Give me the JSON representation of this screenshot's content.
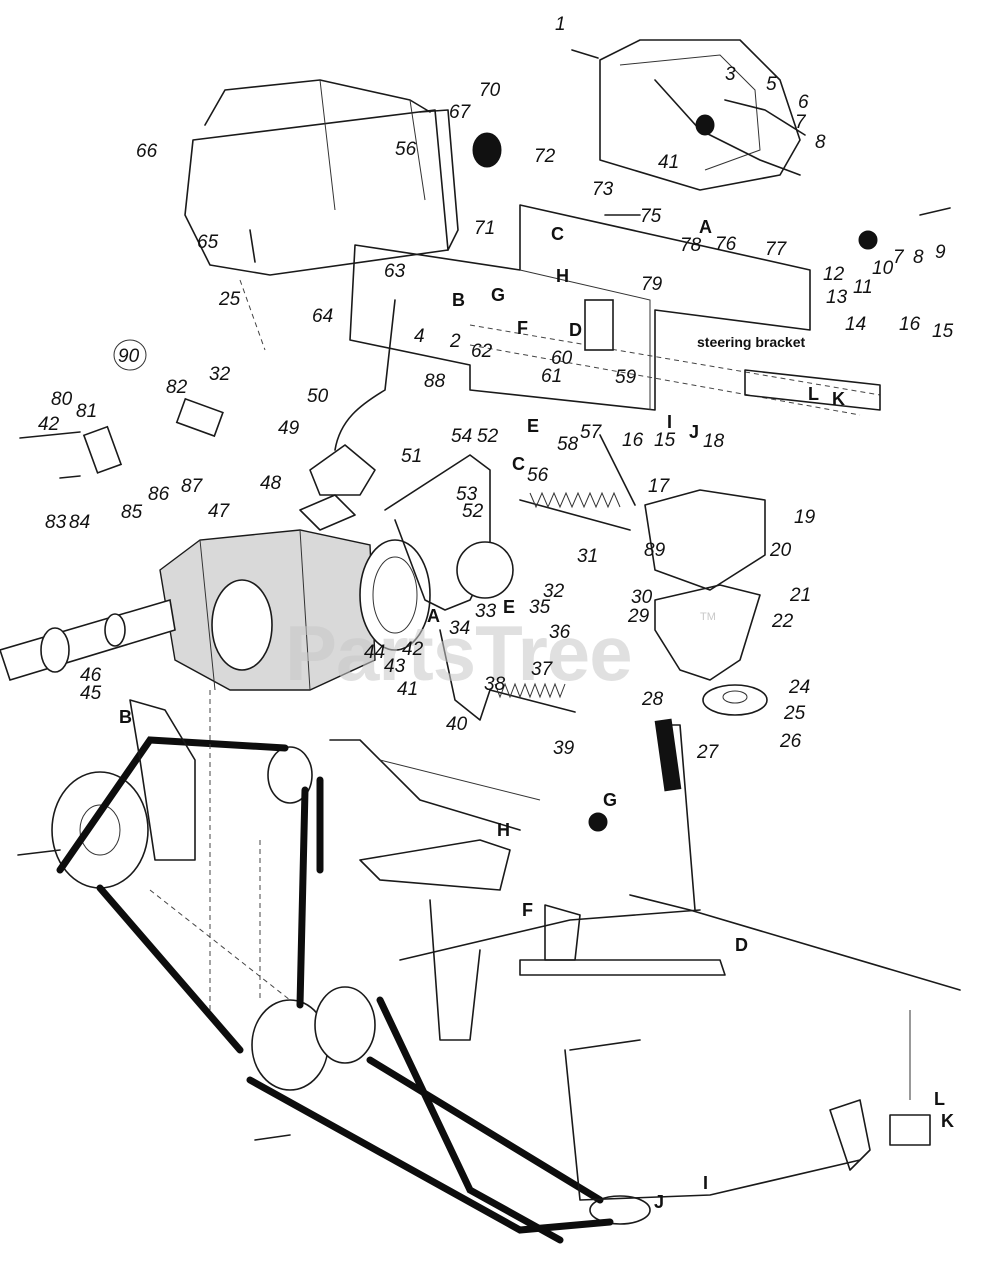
{
  "callouts": [
    "1",
    "3",
    "5",
    "6",
    "7",
    "8",
    "41",
    "A",
    "76",
    "73",
    "75",
    "77",
    "9",
    "7",
    "8",
    "10",
    "11",
    "12",
    "13",
    "14",
    "15",
    "16",
    "70",
    "67",
    "56",
    "66",
    "65",
    "25",
    "64",
    "63",
    "71",
    "72",
    "C",
    "H",
    "G",
    "B",
    "78",
    "79",
    "4",
    "2",
    "62",
    "F",
    "D",
    "60",
    "61",
    "59",
    "90",
    "32",
    "82",
    "80",
    "81",
    "42",
    "83",
    "84",
    "85",
    "86",
    "87",
    "50",
    "49",
    "48",
    "47",
    "46",
    "45",
    "88",
    "E",
    "58",
    "54",
    "52",
    "51",
    "53",
    "C",
    "56",
    "52",
    "57",
    "16",
    "15",
    "I",
    "J",
    "18",
    "17",
    "19",
    "20",
    "89",
    "31",
    "32",
    "33",
    "E",
    "35",
    "36",
    "37",
    "A",
    "34",
    "38",
    "40",
    "39",
    "44",
    "43",
    "42",
    "41",
    "30",
    "29",
    "21",
    "22",
    "28",
    "24",
    "25",
    "26",
    "27",
    "B",
    "G",
    "H",
    "F",
    "D",
    "I",
    "J",
    "L",
    "K",
    "L",
    "K"
  ],
  "note": "steering bracket",
  "watermark": {
    "text": "PartsTree",
    "trademark": "TM"
  }
}
